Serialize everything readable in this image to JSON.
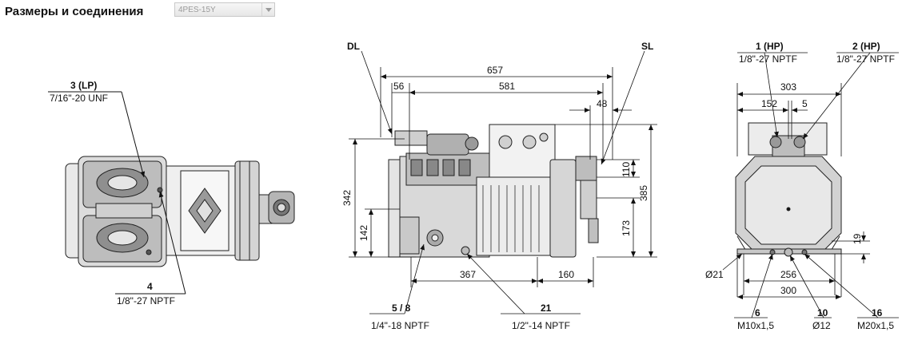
{
  "header": {
    "title": "Размеры и соединения",
    "model_select": {
      "value": "4PES-15Y"
    }
  },
  "top_view": {
    "conn_3": {
      "name": "3 (LP)",
      "spec": "7/16\"-20 UNF"
    },
    "conn_4": {
      "name": "4",
      "spec": "1/8\"-27 NPTF"
    }
  },
  "side_view": {
    "dl": "DL",
    "sl": "SL",
    "dims": {
      "overall_length": "657",
      "offset_left": "56",
      "length_581": "581",
      "offset_48": "48",
      "height_342": "342",
      "height_142": "142",
      "height_110": "110",
      "height_385": "385",
      "height_173": "173",
      "foot_367": "367",
      "foot_160": "160"
    },
    "conn_5_8": {
      "name": "5 / 8",
      "spec": "1/4\"-18 NPTF"
    },
    "conn_21": {
      "name": "21",
      "spec": "1/2\"-14 NPTF"
    }
  },
  "end_view": {
    "conn_1": {
      "name": "1 (HP)",
      "spec": "1/8\"-27 NPTF"
    },
    "conn_2": {
      "name": "2 (HP)",
      "spec": "1/8\"-27 NPTF"
    },
    "dims": {
      "width_303": "303",
      "width_152": "152",
      "width_5": "5",
      "hole_d21": "Ø21",
      "base_256": "256",
      "base_300": "300",
      "foot_19": "19"
    },
    "conn_6": {
      "name": "6",
      "spec": "M10x1,5"
    },
    "conn_10": {
      "name": "10",
      "spec": "Ø12"
    },
    "conn_16": {
      "name": "16",
      "spec": "M20x1,5"
    }
  }
}
